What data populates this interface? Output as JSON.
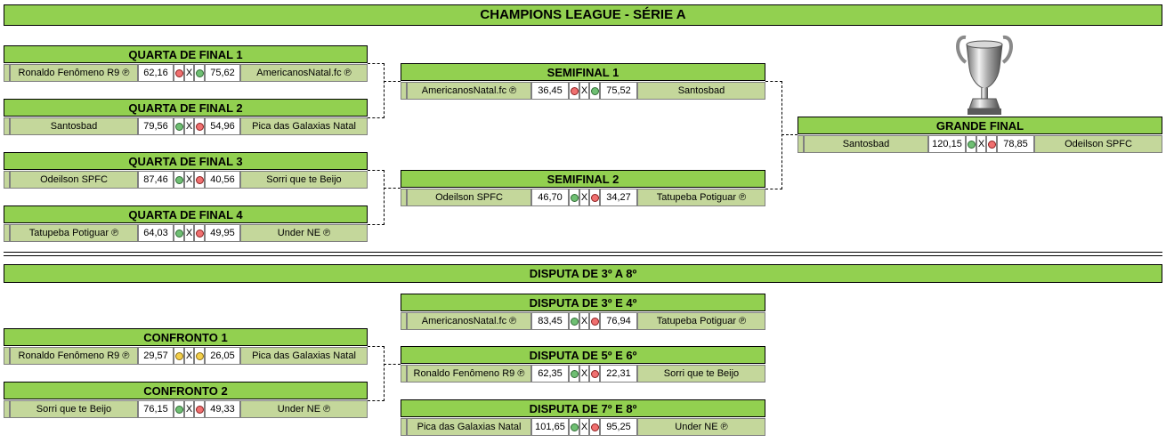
{
  "title": "CHAMPIONS LEAGUE - SÉRIE A",
  "section2_title": "DISPUTA DE 3º A 8º",
  "colors": {
    "header_green": "#92d050",
    "name_green": "#c4d79b",
    "win": "#6fbf73",
    "lose": "#f07070",
    "draw": "#f4d04a"
  },
  "icons": {
    "trophy": "trophy-icon"
  },
  "matches": {
    "qf1": {
      "title": "QUARTA DE FINAL 1",
      "home": "Ronaldo Fenômeno R9 ℗",
      "home_score": "62,16",
      "home_status": "lose",
      "sep": "X",
      "away_status": "win",
      "away_score": "75,62",
      "away": "AmericanosNatal.fc ℗"
    },
    "qf2": {
      "title": "QUARTA DE FINAL 2",
      "home": "Santosbad",
      "home_score": "79,56",
      "home_status": "win",
      "sep": "X",
      "away_status": "lose",
      "away_score": "54,96",
      "away": "Pica das Galaxias Natal"
    },
    "qf3": {
      "title": "QUARTA DE FINAL 3",
      "home": "Odeilson SPFC",
      "home_score": "87,46",
      "home_status": "win",
      "sep": "X",
      "away_status": "lose",
      "away_score": "40,56",
      "away": "Sorri que te Beijo"
    },
    "qf4": {
      "title": "QUARTA DE FINAL 4",
      "home": "Tatupeba Potiguar ℗",
      "home_score": "64,03",
      "home_status": "win",
      "sep": "X",
      "away_status": "lose",
      "away_score": "49,95",
      "away": "Under NE ℗"
    },
    "sf1": {
      "title": "SEMIFINAL 1",
      "home": "AmericanosNatal.fc ℗",
      "home_score": "36,45",
      "home_status": "lose",
      "sep": "X",
      "away_status": "win",
      "away_score": "75,52",
      "away": "Santosbad"
    },
    "sf2": {
      "title": "SEMIFINAL 2",
      "home": "Odeilson SPFC",
      "home_score": "46,70",
      "home_status": "win",
      "sep": "X",
      "away_status": "lose",
      "away_score": "34,27",
      "away": "Tatupeba Potiguar ℗"
    },
    "final": {
      "title": "GRANDE FINAL",
      "home": "Santosbad",
      "home_score": "120,15",
      "home_status": "win",
      "sep": "X",
      "away_status": "lose",
      "away_score": "78,85",
      "away": "Odeilson SPFC"
    },
    "c1": {
      "title": "CONFRONTO 1",
      "home": "Ronaldo Fenômeno R9 ℗",
      "home_score": "29,57",
      "home_status": "draw",
      "sep": "X",
      "away_status": "draw",
      "away_score": "26,05",
      "away": "Pica das Galaxias Natal"
    },
    "c2": {
      "title": "CONFRONTO 2",
      "home": "Sorri que te Beijo",
      "home_score": "76,15",
      "home_status": "win",
      "sep": "X",
      "away_status": "lose",
      "away_score": "49,33",
      "away": "Under NE ℗"
    },
    "d34": {
      "title": "DISPUTA DE 3º E 4º",
      "home": "AmericanosNatal.fc ℗",
      "home_score": "83,45",
      "home_status": "win",
      "sep": "X",
      "away_status": "lose",
      "away_score": "76,94",
      "away": "Tatupeba Potiguar ℗"
    },
    "d56": {
      "title": "DISPUTA DE 5º E 6º",
      "home": "Ronaldo Fenômeno R9 ℗",
      "home_score": "62,35",
      "home_status": "win",
      "sep": "X",
      "away_status": "lose",
      "away_score": "22,31",
      "away": "Sorri que te Beijo"
    },
    "d78": {
      "title": "DISPUTA DE 7º E 8º",
      "home": "Pica das Galaxias Natal",
      "home_score": "101,65",
      "home_status": "win",
      "sep": "X",
      "away_status": "lose",
      "away_score": "95,25",
      "away": "Under NE ℗"
    }
  }
}
